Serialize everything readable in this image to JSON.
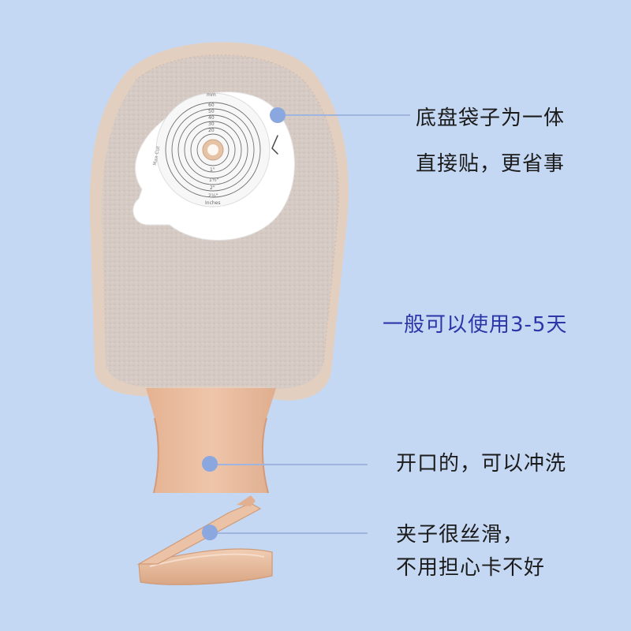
{
  "callouts": {
    "baseplate_line1": "底盘袋子为一体",
    "baseplate_line2": "直接贴，更省事",
    "duration": "一般可以使用3-5天",
    "outlet": "开口的，可以冲洗",
    "clip_line1": "夹子很丝滑，",
    "clip_line2": "不用担心卡不好"
  },
  "colors": {
    "background": "#c5d8f3",
    "dot": "#8aa7df",
    "accent_text": "#2c36a8",
    "pouch": "#e3cfbf",
    "outlet": "#e9b99a"
  },
  "flange_marks": {
    "unit_top": "mm",
    "unit_bottom": "Inches",
    "mm_ticks": [
      "60",
      "50",
      "40",
      "30",
      "20"
    ],
    "inch_ticks": [
      "1\"",
      "1½\"",
      "2\"",
      "2½\""
    ],
    "cut_text": "Max Cut"
  }
}
